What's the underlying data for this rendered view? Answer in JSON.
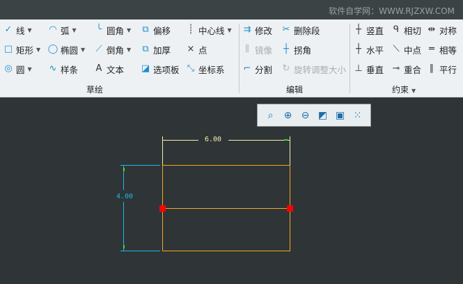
{
  "watermark": "软件自学网：WWW.RJZXW.COM",
  "sketch": {
    "group_label": "草绘",
    "items": [
      {
        "label": "线",
        "icon": "line-icon",
        "dd": true
      },
      {
        "label": "弧",
        "icon": "arc-icon",
        "dd": true
      },
      {
        "label": "圆角",
        "icon": "fillet-icon",
        "dd": true
      },
      {
        "label": "偏移",
        "icon": "offset-icon"
      },
      {
        "label": "中心线",
        "icon": "centerline-icon",
        "dd": true
      },
      {
        "label": "矩形",
        "icon": "rectangle-icon",
        "dd": true
      },
      {
        "label": "椭圆",
        "icon": "ellipse-icon",
        "dd": true
      },
      {
        "label": "倒角",
        "icon": "chamfer-icon",
        "dd": true
      },
      {
        "label": "加厚",
        "icon": "thicken-icon"
      },
      {
        "label": "点",
        "icon": "point-icon"
      },
      {
        "label": "圆",
        "icon": "circle-icon",
        "dd": true
      },
      {
        "label": "样条",
        "icon": "spline-icon"
      },
      {
        "label": "文本",
        "icon": "text-icon"
      },
      {
        "label": "选项板",
        "icon": "palette-icon"
      },
      {
        "label": "坐标系",
        "icon": "coordinate-system-icon"
      }
    ]
  },
  "edit": {
    "group_label": "编辑",
    "items": [
      {
        "label": "修改",
        "icon": "modify-icon"
      },
      {
        "label": "删除段",
        "icon": "delete-segment-icon"
      },
      {
        "label": "镜像",
        "icon": "mirror-icon",
        "disabled": true
      },
      {
        "label": "拐角",
        "icon": "corner-icon"
      },
      {
        "label": "分割",
        "icon": "divide-icon"
      },
      {
        "label": "旋转调整大小",
        "icon": "rotate-resize-icon",
        "disabled": true
      }
    ]
  },
  "constrain": {
    "group_label": "约束",
    "items": [
      {
        "label": "竖直",
        "icon": "vertical-icon"
      },
      {
        "label": "相切",
        "icon": "tangent-icon"
      },
      {
        "label": "对称",
        "icon": "symmetric-icon"
      },
      {
        "label": "水平",
        "icon": "horizontal-icon"
      },
      {
        "label": "中点",
        "icon": "midpoint-icon"
      },
      {
        "label": "相等",
        "icon": "equal-icon"
      },
      {
        "label": "垂直",
        "icon": "perpendicular-icon"
      },
      {
        "label": "重合",
        "icon": "coincident-icon"
      },
      {
        "label": "平行",
        "icon": "parallel-icon"
      }
    ]
  },
  "dimensions": {
    "width": "6.00",
    "height": "4.00"
  },
  "colors": {
    "geometry": "#f5a623",
    "dim_height": "#1fb8e8",
    "dim_width": "#f3f0b0",
    "points": "#ff0000"
  }
}
